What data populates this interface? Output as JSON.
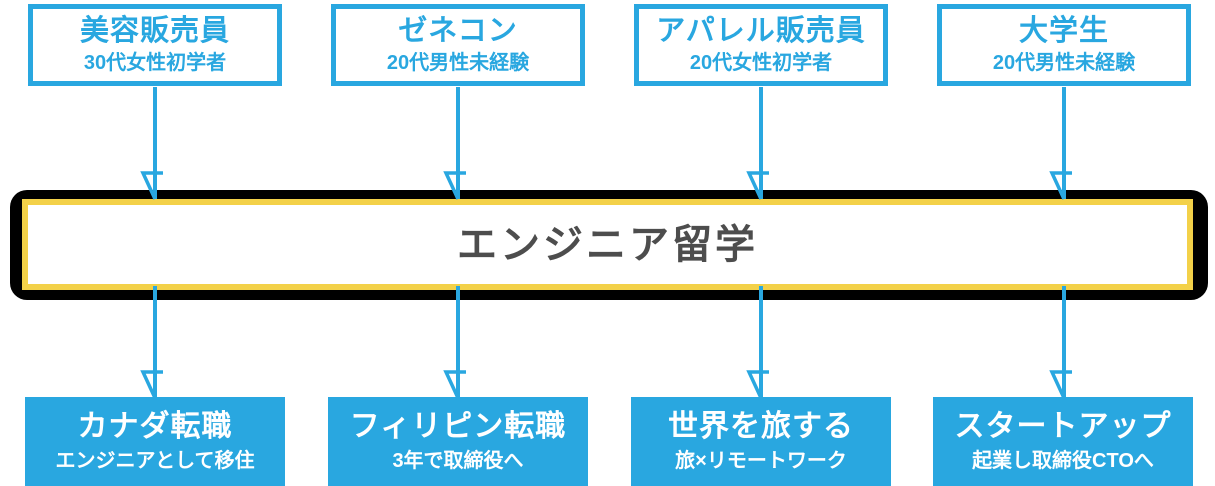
{
  "colors": {
    "accent_blue": "#29A7E0",
    "accent_yellow": "#F3D149",
    "banner_text": "#4D4D4D",
    "frame_black": "#000000"
  },
  "personas": [
    {
      "title": "美容販売員",
      "subtitle": "30代女性初学者"
    },
    {
      "title": "ゼネコン",
      "subtitle": "20代男性未経験"
    },
    {
      "title": "アパレル販売員",
      "subtitle": "20代女性初学者"
    },
    {
      "title": "大学生",
      "subtitle": "20代男性未経験"
    }
  ],
  "program": {
    "title": "エンジニア留学"
  },
  "outcomes": [
    {
      "title": "カナダ転職",
      "subtitle": "エンジニアとして移住"
    },
    {
      "title": "フィリピン転職",
      "subtitle": "3年で取締役へ"
    },
    {
      "title": "世界を旅する",
      "subtitle": "旅×リモートワーク"
    },
    {
      "title": "スタートアップ",
      "subtitle": "起業し取締役CTOへ"
    }
  ]
}
